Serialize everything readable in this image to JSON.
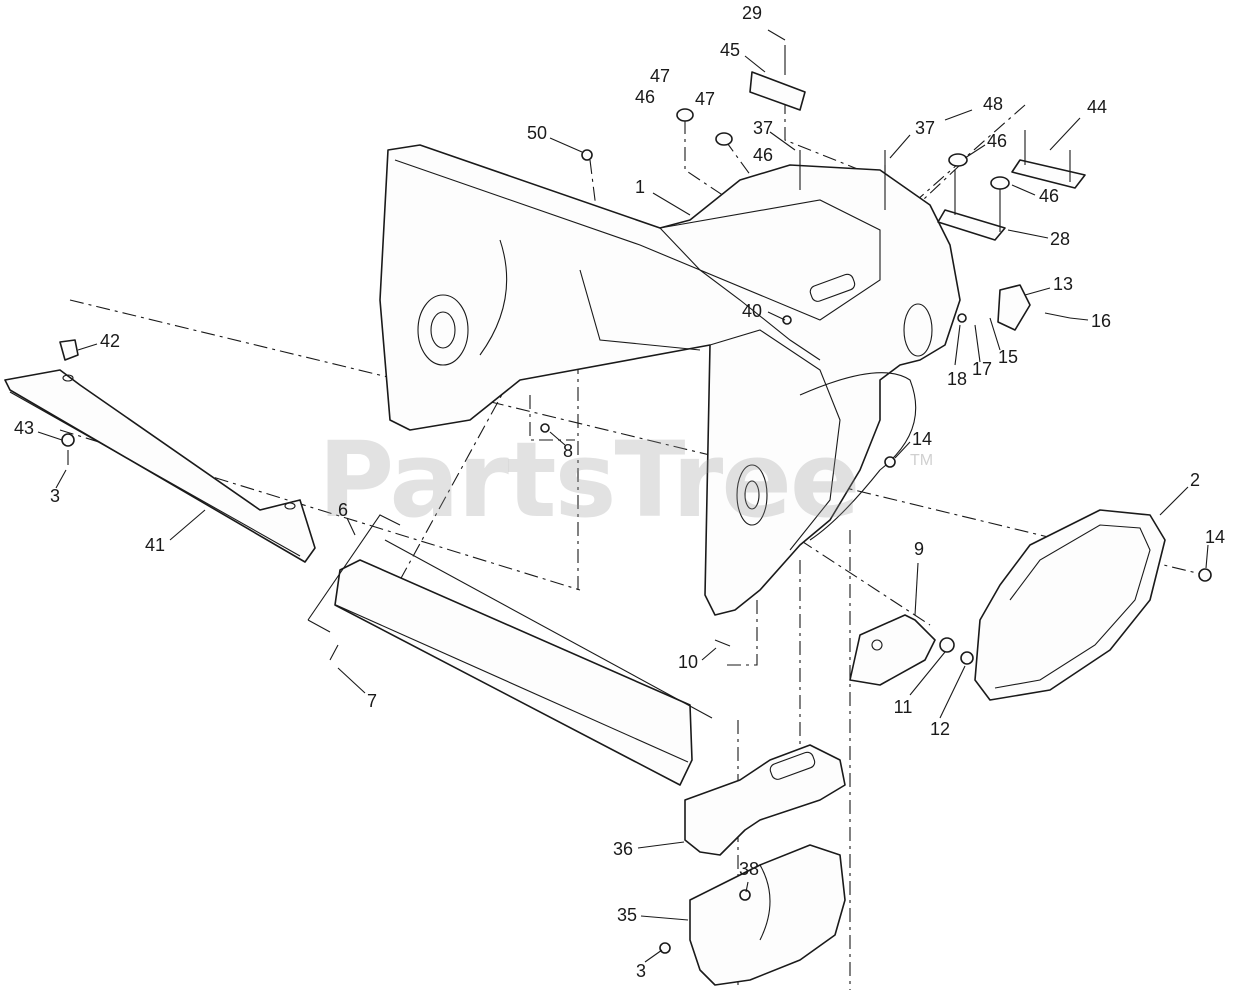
{
  "watermark": {
    "text": "PartsTree",
    "tm": "TM"
  },
  "callouts": [
    {
      "id": "c29",
      "label": "29"
    },
    {
      "id": "c45",
      "label": "45"
    },
    {
      "id": "c47a",
      "label": "47"
    },
    {
      "id": "c46a",
      "label": "46"
    },
    {
      "id": "c47b",
      "label": "47"
    },
    {
      "id": "c46b",
      "label": "46"
    },
    {
      "id": "c50",
      "label": "50"
    },
    {
      "id": "c37a",
      "label": "37"
    },
    {
      "id": "c37b",
      "label": "37"
    },
    {
      "id": "c48",
      "label": "48"
    },
    {
      "id": "c44",
      "label": "44"
    },
    {
      "id": "c46c",
      "label": "46"
    },
    {
      "id": "c46d",
      "label": "46"
    },
    {
      "id": "c28",
      "label": "28"
    },
    {
      "id": "c1",
      "label": "1"
    },
    {
      "id": "c13",
      "label": "13"
    },
    {
      "id": "c16",
      "label": "16"
    },
    {
      "id": "c40",
      "label": "40"
    },
    {
      "id": "c18",
      "label": "18"
    },
    {
      "id": "c17",
      "label": "17"
    },
    {
      "id": "c15",
      "label": "15"
    },
    {
      "id": "c42",
      "label": "42"
    },
    {
      "id": "c43",
      "label": "43"
    },
    {
      "id": "c3a",
      "label": "3"
    },
    {
      "id": "c8",
      "label": "8"
    },
    {
      "id": "c14a",
      "label": "14"
    },
    {
      "id": "c2",
      "label": "2"
    },
    {
      "id": "c14b",
      "label": "14"
    },
    {
      "id": "c41",
      "label": "41"
    },
    {
      "id": "c6",
      "label": "6"
    },
    {
      "id": "c9",
      "label": "9"
    },
    {
      "id": "c10",
      "label": "10"
    },
    {
      "id": "c11",
      "label": "11"
    },
    {
      "id": "c12",
      "label": "12"
    },
    {
      "id": "c7",
      "label": "7"
    },
    {
      "id": "c36",
      "label": "36"
    },
    {
      "id": "c38",
      "label": "38"
    },
    {
      "id": "c35",
      "label": "35"
    },
    {
      "id": "c3b",
      "label": "3"
    }
  ]
}
